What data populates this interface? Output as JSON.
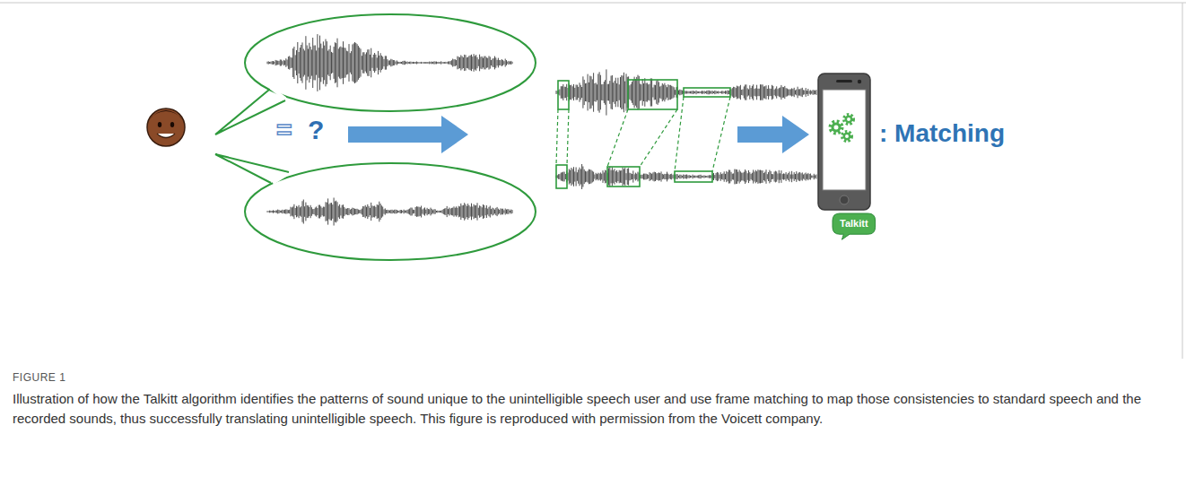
{
  "diagram": {
    "caption": "Illustration of how the Talkitt algorithm identifies the patterns of sound unique to the unintelligible speech user and use frame matching to map those consistencies to standard speech and the recorded sounds, thus successfully translating unintelligible speech. This figure is reproduced with permission from the Voicett company.",
    "nodes": [
      {
        "text": [
          "Talkitt"
        ]
      }
    ],
    "labels": [
      "=",
      "?",
      ": Matching",
      "FIGURE 1"
    ]
  }
}
